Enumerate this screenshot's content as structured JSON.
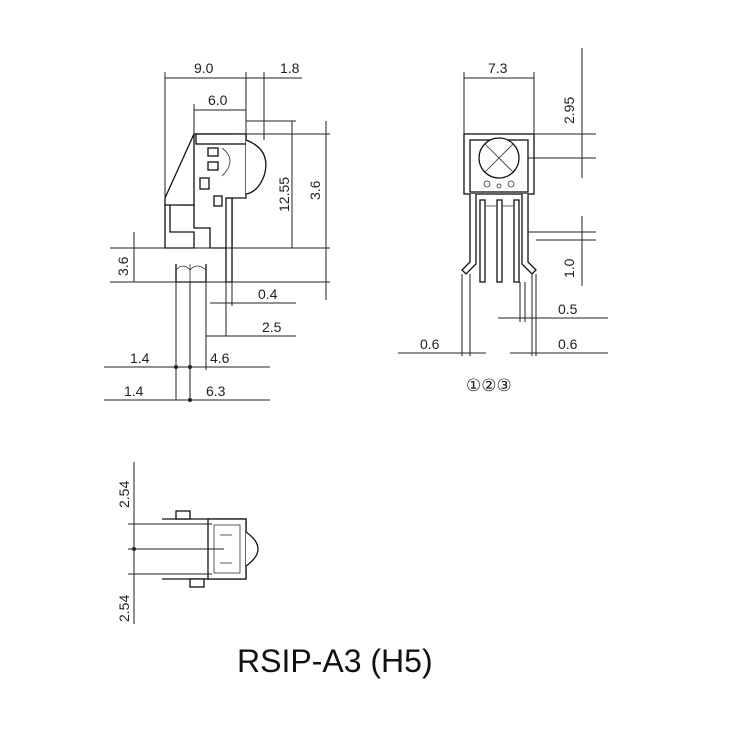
{
  "title": "RSIP-A3 (H5)",
  "pin_numbers": "①②③",
  "side_view": {
    "dims": [
      "9.0",
      "1.8",
      "6.0",
      "12.55",
      "3.6",
      "3.6",
      "0.4",
      "2.5",
      "1.4",
      "4.6",
      "1.4",
      "6.3"
    ]
  },
  "front_view": {
    "dims": [
      "7.3",
      "2.95",
      "1.0",
      "0.5",
      "0.6",
      "0.6"
    ]
  },
  "top_view": {
    "dims": [
      "2.54",
      "2.54"
    ]
  }
}
